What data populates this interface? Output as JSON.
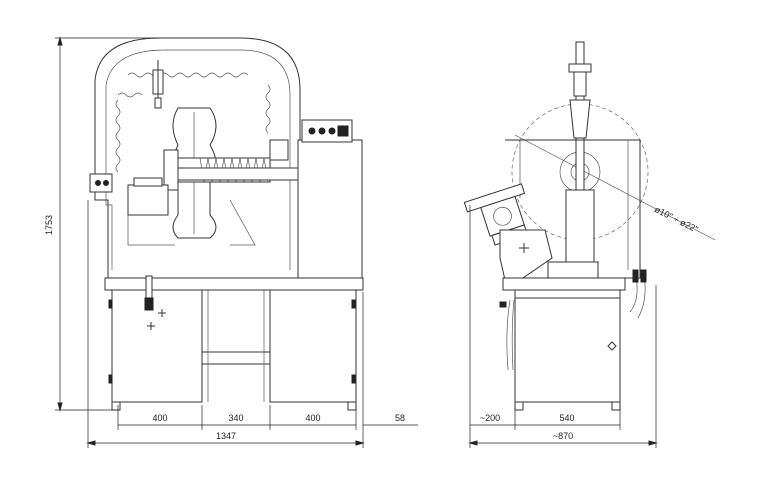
{
  "drawing": {
    "front_view": {
      "height_label": "1753",
      "width_labels": [
        "400",
        "340",
        "400"
      ],
      "offset_label": "58",
      "total_width_label": "1347"
    },
    "side_view": {
      "offset_label": "~200",
      "width_label": "540",
      "total_width_label": "~870",
      "diameter_label": "ø10\" ÷ ø22\""
    }
  }
}
